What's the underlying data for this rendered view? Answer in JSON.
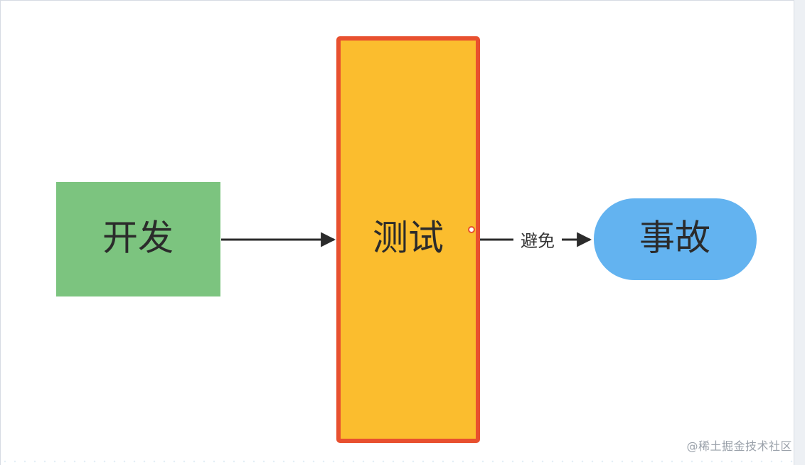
{
  "nodes": {
    "dev": {
      "label": "开发",
      "color": "#7cc47f"
    },
    "test": {
      "label": "测试",
      "color": "#fbbd2e",
      "border_color": "#e8502f"
    },
    "incident": {
      "label": "事故",
      "color": "#63b3f0"
    }
  },
  "edges": {
    "test_to_incident": {
      "label": "避免"
    }
  },
  "colors": {
    "arrow": "#2b2b2b",
    "handle": "#e8502f"
  },
  "watermark": {
    "text": "@稀土掘金技术社区"
  }
}
